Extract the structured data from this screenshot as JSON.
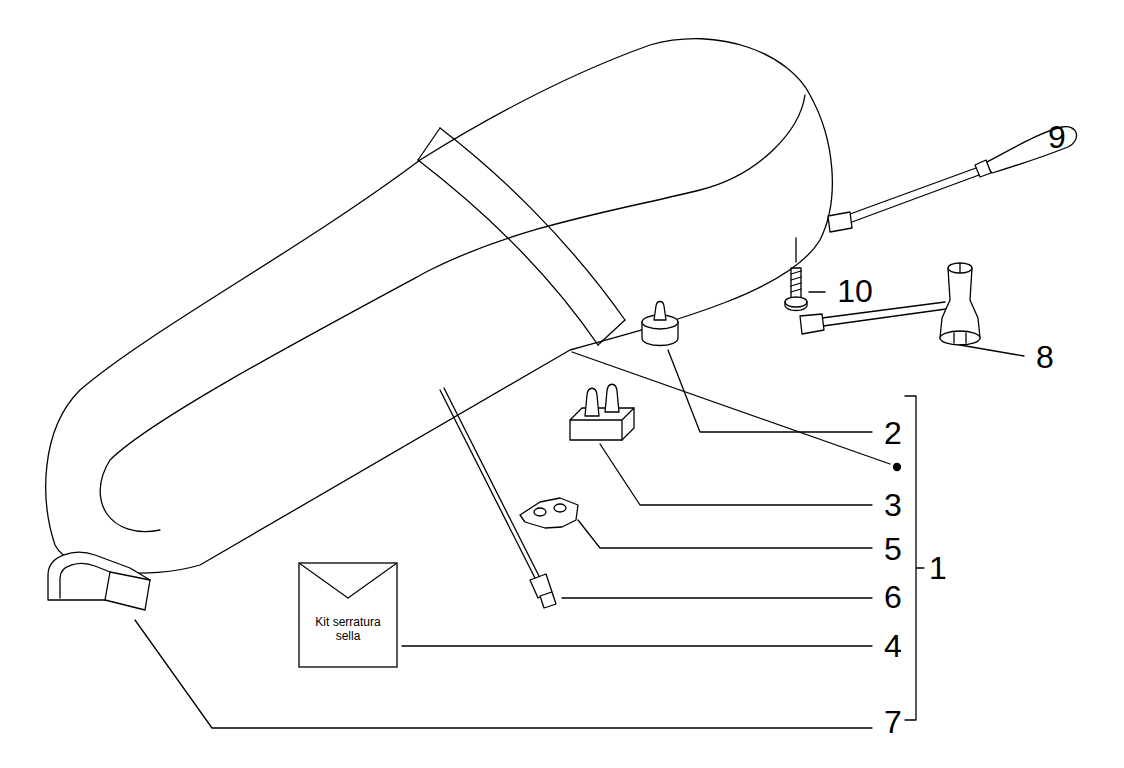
{
  "diagram": {
    "nodes": [
      {
        "text": [
          "Kit serratura sella"
        ]
      }
    ],
    "labels": [
      "9",
      "10",
      "8",
      "2",
      "3",
      "5",
      "1",
      "6",
      "4",
      "7"
    ]
  }
}
